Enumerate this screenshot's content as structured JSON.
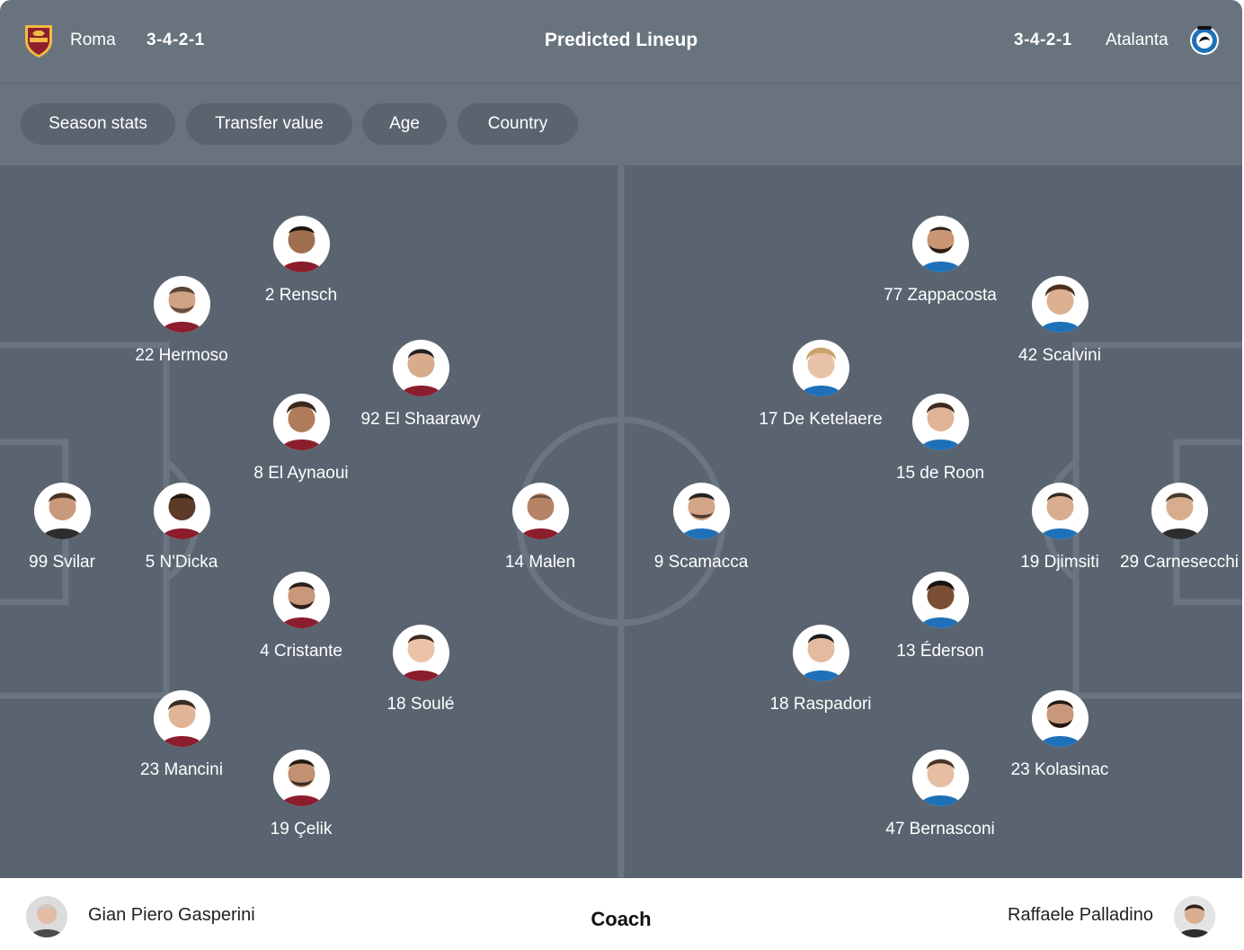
{
  "header": {
    "home": {
      "name": "Roma",
      "formation": "3-4-2-1"
    },
    "title": "Predicted Lineup",
    "away": {
      "name": "Atalanta",
      "formation": "3-4-2-1"
    }
  },
  "filters": [
    "Season stats",
    "Transfer value",
    "Age",
    "Country"
  ],
  "home_players": [
    "99 Svilar",
    "22 Hermoso",
    "5 N'Dicka",
    "23 Mancini",
    "2 Rensch",
    "8 El Aynaoui",
    "4 Cristante",
    "19 Çelik",
    "92 El Shaarawy",
    "18 Soulé",
    "14 Malen"
  ],
  "away_players": [
    "29 Carnesecchi",
    "42 Scalvini",
    "19 Djimsiti",
    "23 Kolasinac",
    "77 Zappacosta",
    "15 de Roon",
    "13 Éderson",
    "47 Bernasconi",
    "17 De Ketelaere",
    "18 Raspadori",
    "9 Scamacca"
  ],
  "coaches": {
    "home": "Gian Piero Gasperini",
    "label": "Coach",
    "away": "Raffaele Palladino"
  },
  "colors": {
    "header_bg": "#69737d",
    "pitch_bg": "#5a6470",
    "pitch_lines": "#6b7581",
    "roma_red": "#8e1f2f",
    "roma_gold": "#f0bc42",
    "atalanta_blue": "#1e71b8"
  },
  "icons": {
    "home_logo": "roma-crest-icon",
    "away_logo": "atalanta-crest-icon",
    "player_photo": "player-avatar"
  }
}
